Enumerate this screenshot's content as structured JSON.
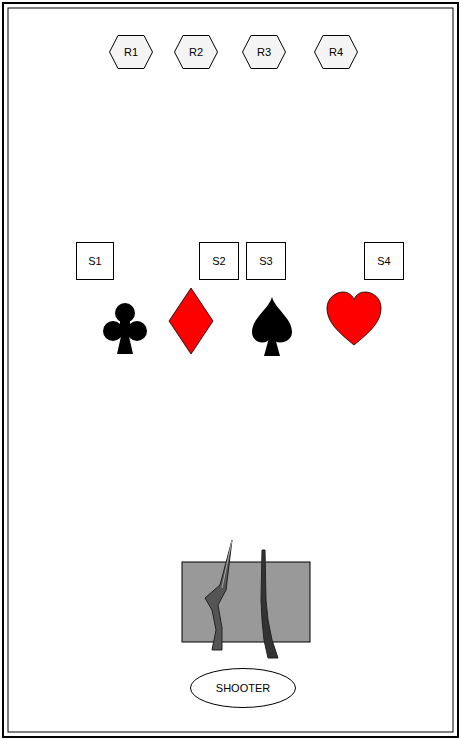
{
  "diagram": {
    "nodes": [
      {
        "text": [
          "R1"
        ]
      },
      {
        "text": [
          "R2"
        ]
      },
      {
        "text": [
          "R3"
        ]
      },
      {
        "text": [
          "R4"
        ]
      },
      {
        "text": [
          "S1"
        ]
      },
      {
        "text": [
          "S2"
        ]
      },
      {
        "text": [
          "S3"
        ]
      },
      {
        "text": [
          "S4"
        ]
      },
      {
        "text": [
          "SHOOTER"
        ]
      }
    ]
  }
}
